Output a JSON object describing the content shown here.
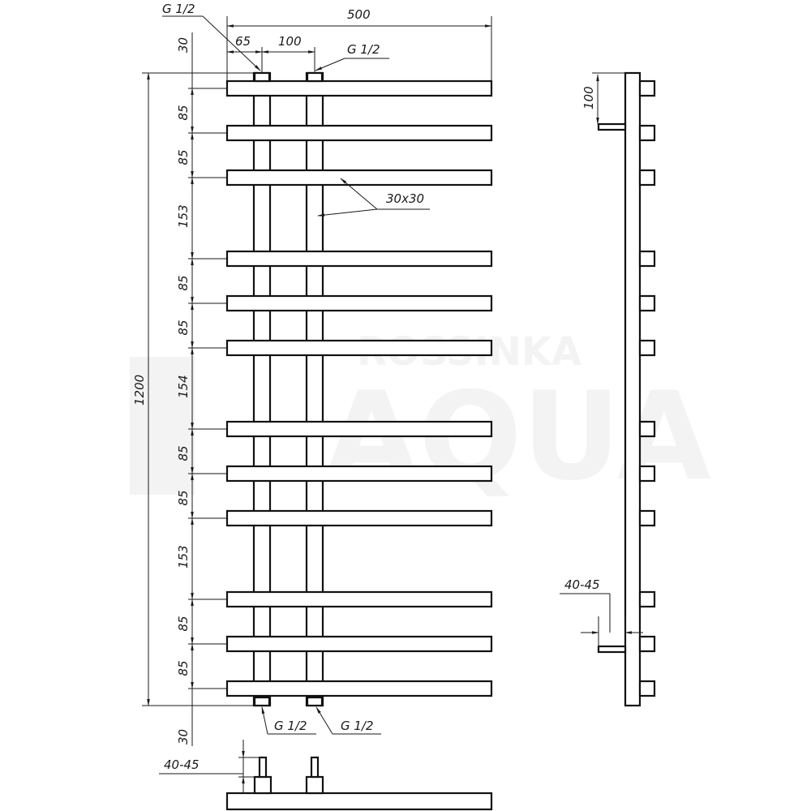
{
  "watermark": {
    "brand_top": "ROSSINKA",
    "brand_main": "AQUA"
  },
  "front_view": {
    "overall_width_label": "500",
    "top_offset_label": "30",
    "pipe_offset_label": "65",
    "pipe_spacing_label": "100",
    "inlet_top_left_label": "G 1/2",
    "inlet_top_right_label": "G 1/2",
    "outlet_bottom_left_label": "G 1/2",
    "outlet_bottom_right_label": "G 1/2",
    "overall_height_label": "1200",
    "bottom_offset_label": "30",
    "profile_label": "30x30",
    "bar_spacings": [
      "85",
      "85",
      "153",
      "85",
      "85",
      "154",
      "85",
      "85",
      "153",
      "85",
      "85"
    ]
  },
  "side_view": {
    "bracket_height_label": "100",
    "wall_gap_label": "40-45"
  },
  "top_view": {
    "wall_gap_label": "40-45"
  }
}
